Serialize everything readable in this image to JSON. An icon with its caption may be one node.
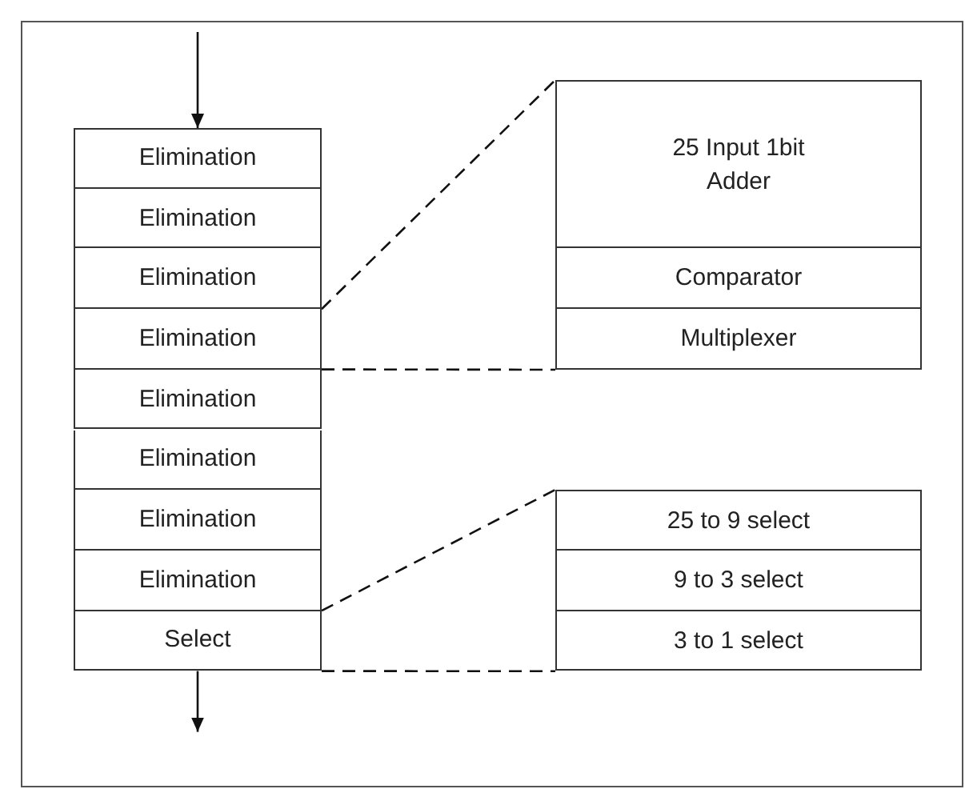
{
  "diagram": {
    "nodes": [
      {
        "text": [
          "Elimination"
        ]
      },
      {
        "text": [
          "Elimination"
        ]
      },
      {
        "text": [
          "Elimination"
        ]
      },
      {
        "text": [
          "Elimination"
        ]
      },
      {
        "text": [
          "Elimination"
        ]
      },
      {
        "text": [
          "Elimination"
        ]
      },
      {
        "text": [
          "Elimination"
        ]
      },
      {
        "text": [
          "Elimination"
        ]
      },
      {
        "text": [
          "Select"
        ]
      },
      {
        "text": [
          "25 Input 1bit Adder"
        ]
      },
      {
        "text": [
          "Comparator"
        ]
      },
      {
        "text": [
          "Multiplexer"
        ]
      },
      {
        "text": [
          "25 to 9 select"
        ]
      },
      {
        "text": [
          "9 to 3 select"
        ]
      },
      {
        "text": [
          "3 to 1 select"
        ]
      }
    ],
    "edges": [
      {
        "from": null,
        "to": 0,
        "arrow": "to"
      },
      {
        "from": 8,
        "to": null,
        "arrow": "to"
      },
      {
        "from": 3,
        "to": 9,
        "arrow": "none",
        "style": "dashed"
      },
      {
        "from": 3,
        "to": 11,
        "arrow": "none",
        "style": "dashed"
      },
      {
        "from": 8,
        "to": 12,
        "arrow": "none",
        "style": "dashed"
      },
      {
        "from": 8,
        "to": 14,
        "arrow": "none",
        "style": "dashed"
      }
    ]
  }
}
